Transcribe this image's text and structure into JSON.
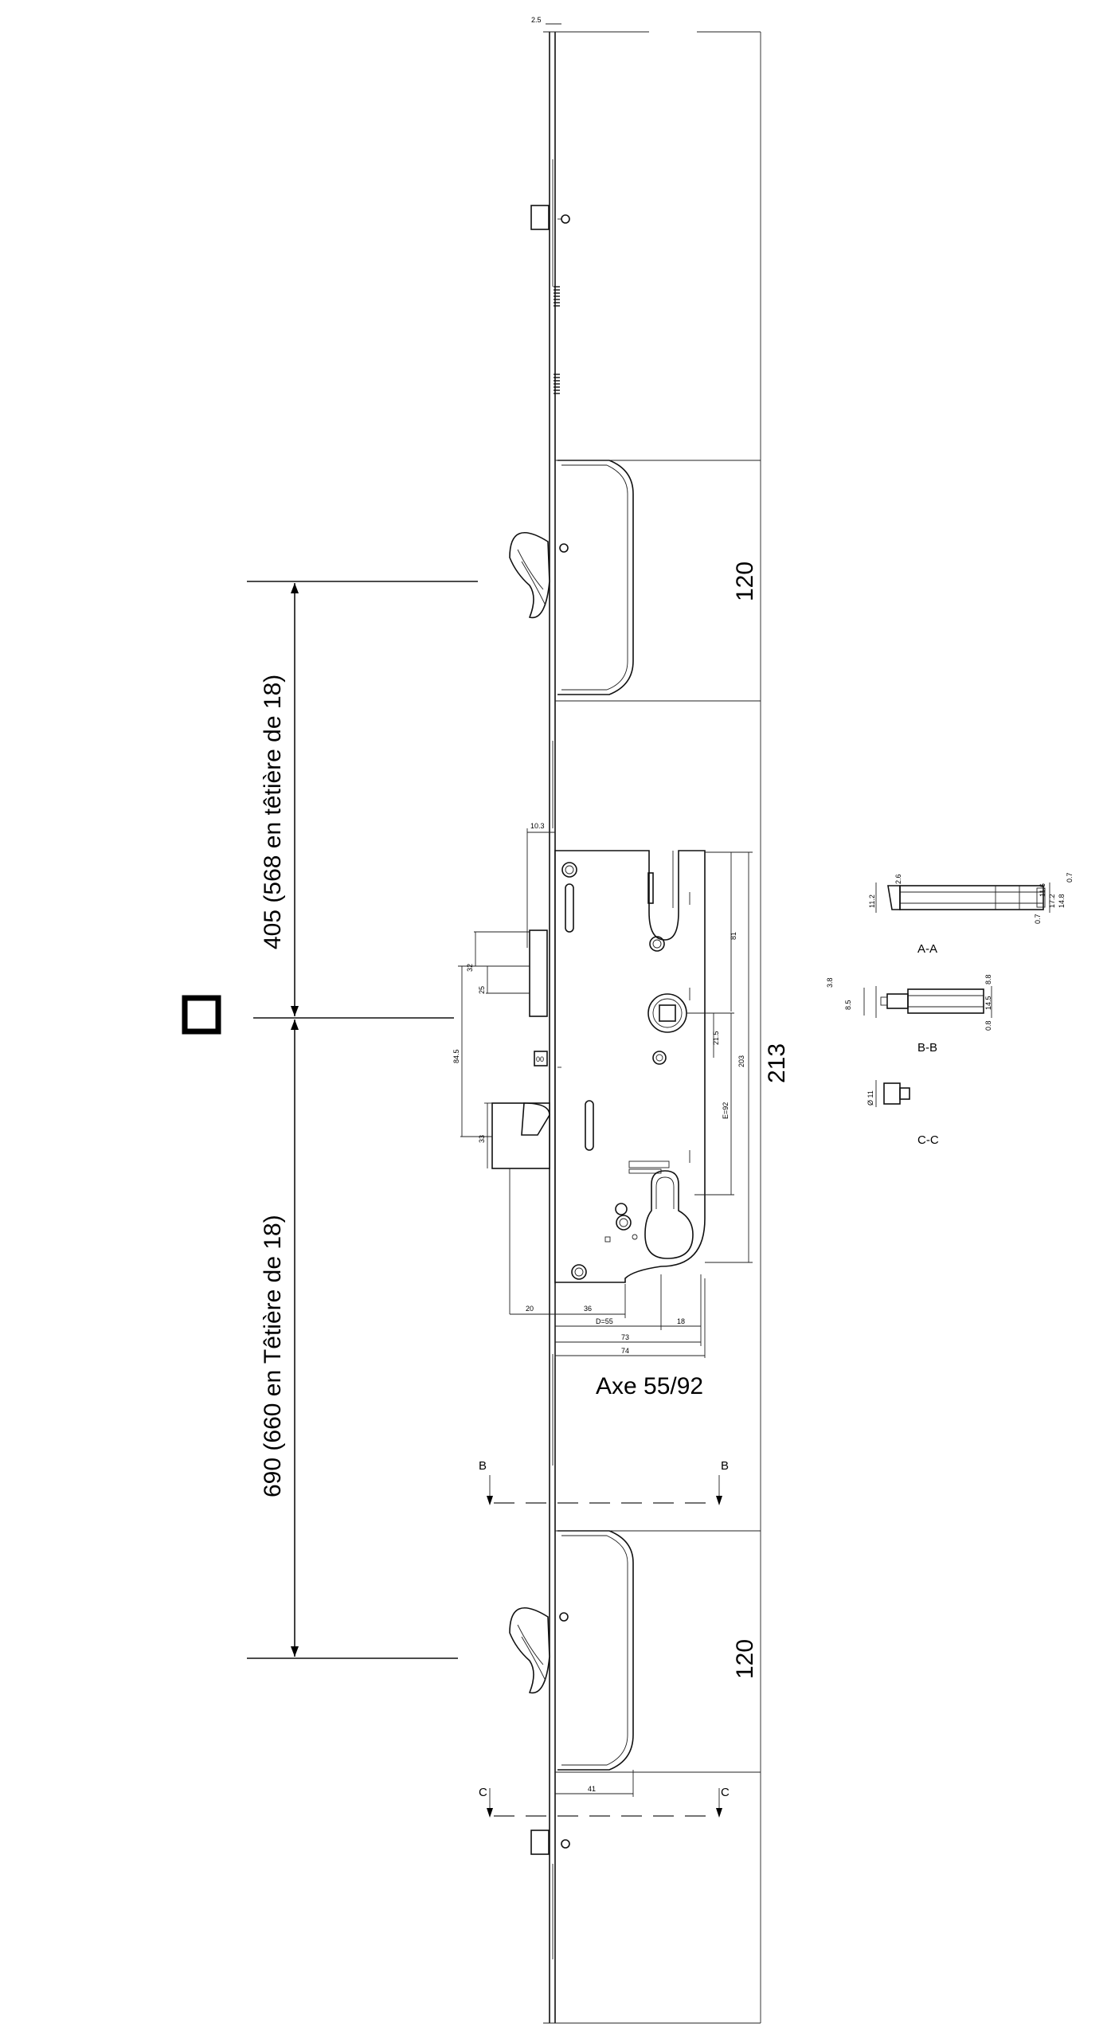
{
  "labels": {
    "faceplate_thickness": "2.5",
    "hook_spacing_top": "120",
    "hook_spacing_bottom": "120",
    "upper_distance": "405 (568 en têtière de 18)",
    "lower_distance": "690 (660 en Têtière de 18)",
    "total_height": "213",
    "axis_caption": "Axe 55/92",
    "case_offset": "10.3",
    "dim_32": "32",
    "dim_25": "25",
    "dim_84_5": "84.5",
    "dim_33": "33",
    "dim_81": "81",
    "dim_21_5": "21.5",
    "dim_203": "203",
    "dim_e92": "E=92",
    "dim_20": "20",
    "dim_36": "36",
    "dim_d55": "D=55",
    "dim_18": "18",
    "dim_73": "73",
    "dim_74": "74",
    "dim_41": "41",
    "section_mark_b": "B",
    "section_mark_c": "C",
    "section_aa": "A-A",
    "section_bb": "B-B",
    "section_cc": "C-C",
    "aa_dims": [
      "2.6",
      "11.2",
      "11.6",
      "17.2",
      "14.8",
      "0.7",
      "0.7"
    ],
    "bb_dims": [
      "3.8",
      "8.5",
      "14.5",
      "8.8",
      "0.8"
    ],
    "cc_dims": [
      "Ø 11"
    ]
  },
  "icons": {
    "reference_marker": "square-marker-icon"
  }
}
